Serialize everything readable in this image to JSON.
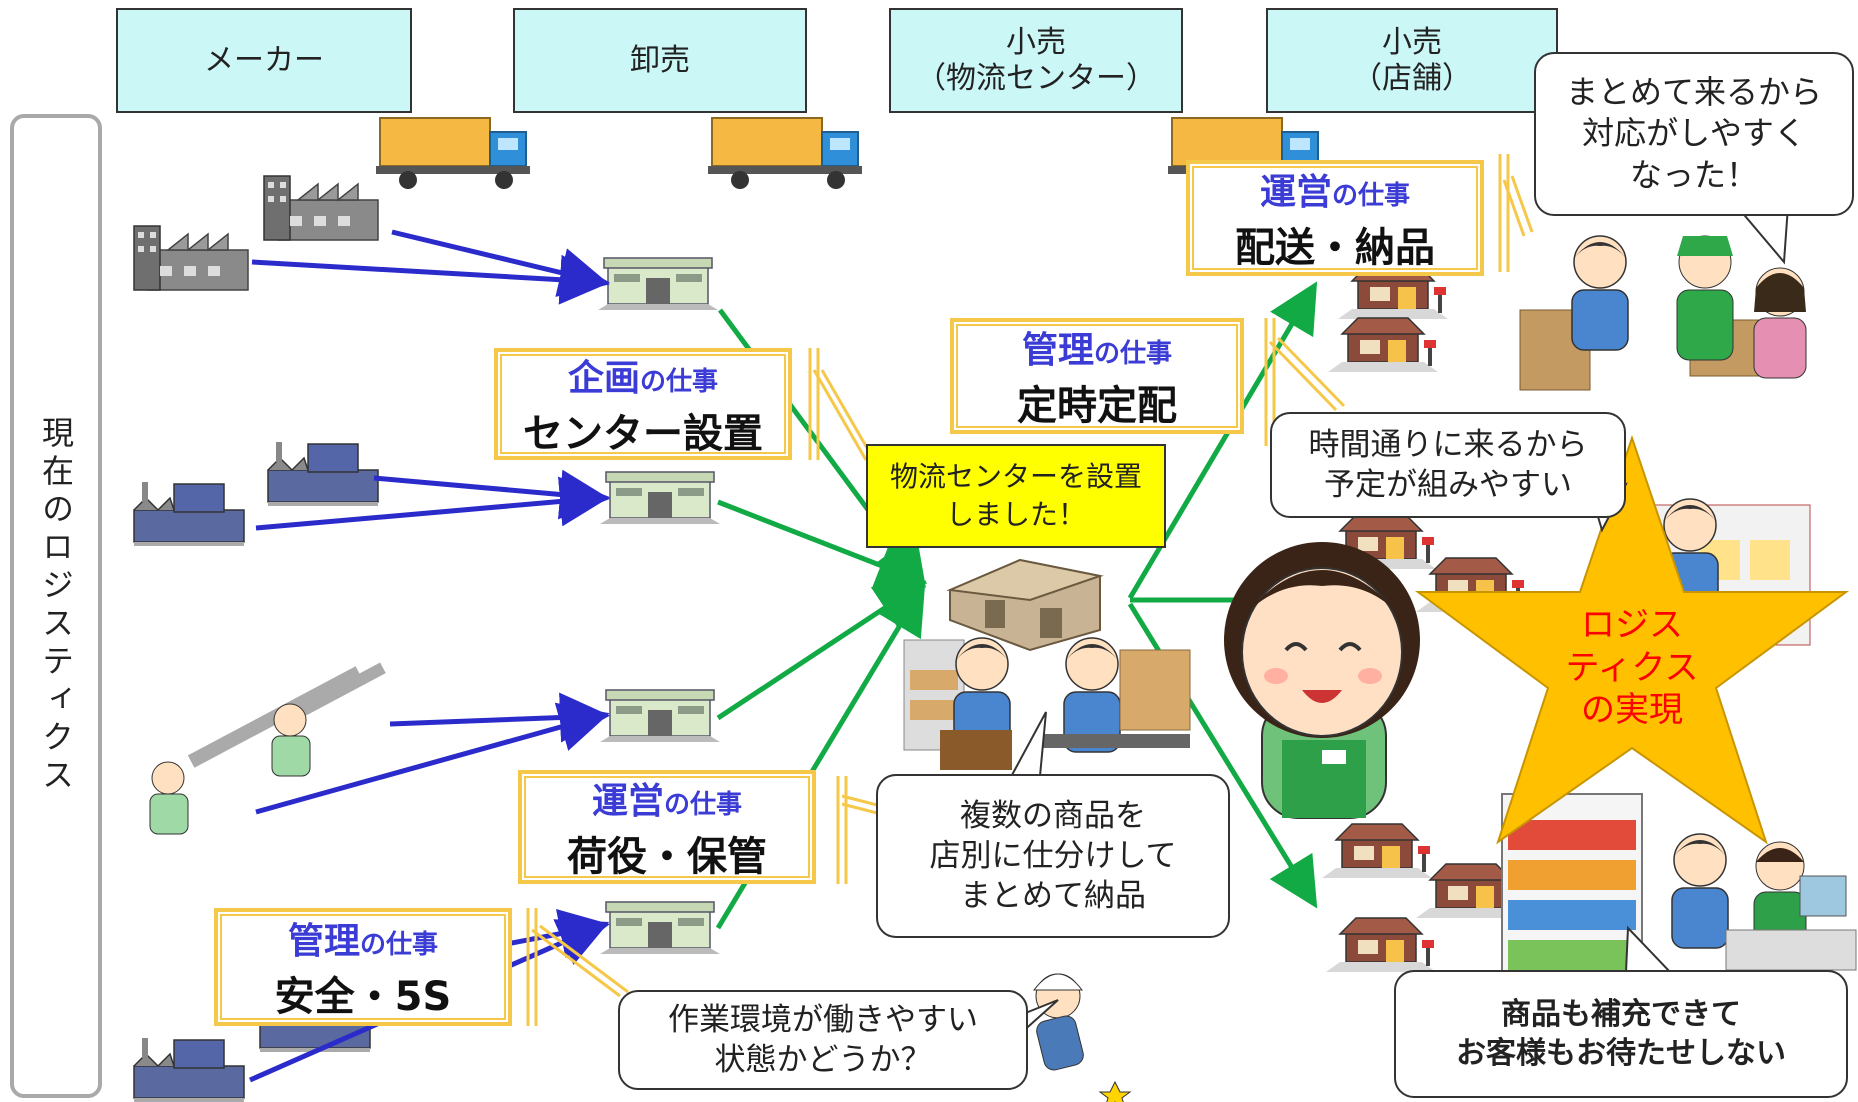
{
  "stages": {
    "maker": "メーカー",
    "wholesale": "卸売",
    "retail_center_line1": "小売",
    "retail_center_line2": "（物流センター）",
    "retail_store_line1": "小売",
    "retail_store_line2": "（店舗）"
  },
  "sidebar_label": "現在のロジスティクス",
  "work_boxes": {
    "planning": {
      "category": "企画",
      "suffix": "の仕事",
      "task": "センター設置"
    },
    "operation_handling": {
      "category": "運営",
      "suffix": "の仕事",
      "task": "荷役・保管"
    },
    "management_safety": {
      "category": "管理",
      "suffix": "の仕事",
      "task": "安全・5S"
    },
    "management_delivery": {
      "category": "管理",
      "suffix": "の仕事",
      "task": "定時定配"
    },
    "operation_delivery": {
      "category": "運営",
      "suffix": "の仕事",
      "task": "配送・納品"
    }
  },
  "notes": {
    "center_setup_line1": "物流センターを設置",
    "center_setup_line2": "しました！",
    "sorting_line1": "複数の商品を",
    "sorting_line2": "店別に仕分けして",
    "sorting_line3": "まとめて納品",
    "environment_line1": "作業環境が働きやすい",
    "environment_line2": "状態かどうか？",
    "schedule_line1": "時間通りに来るから",
    "schedule_line2": "予定が組みやすい",
    "together_line1": "まとめて来るから",
    "together_line2": "対応がしやすく",
    "together_line3": "なった！",
    "replenish_line1": "商品も補充できて",
    "replenish_line2": "お客様もお待たせしない"
  },
  "star": {
    "line1": "ロジス",
    "line2": "ティクス",
    "line3": "の実現"
  },
  "colors": {
    "stage_fill": "#ccf7f7",
    "work_border": "#f5c84a",
    "category_text": "#3b3bd6",
    "arrow_blue": "#2b2bcc",
    "arrow_green": "#11aa44",
    "star_fill": "#ffc000",
    "star_text": "#ff0000",
    "note_yellow": "#ffff00"
  }
}
